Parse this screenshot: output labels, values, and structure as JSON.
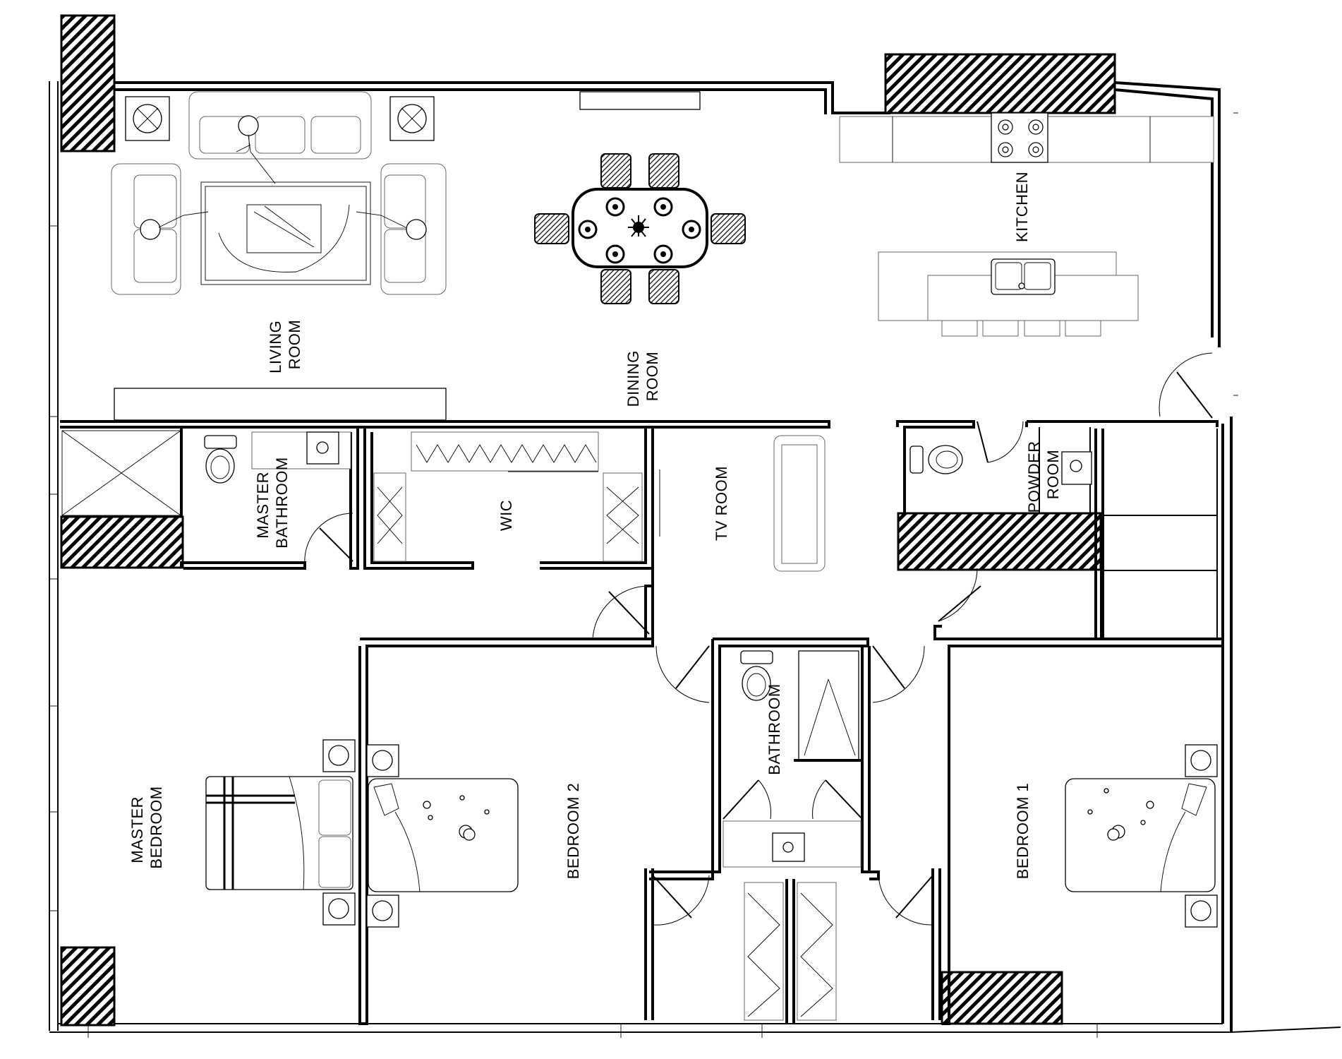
{
  "plan": {
    "rooms": {
      "living_room": [
        "LIVING",
        "ROOM"
      ],
      "dining_room": [
        "DINING",
        "ROOM"
      ],
      "kitchen": [
        "KITCHEN"
      ],
      "master_bathroom": [
        "MASTER",
        "BATHROOM"
      ],
      "wic": [
        "WIC"
      ],
      "tv_room": [
        "TV ROOM"
      ],
      "powder_room": [
        "POWDER",
        "ROOM"
      ],
      "bathroom": [
        "BATHROOM"
      ],
      "master_bedroom": [
        "MASTER",
        "BEDROOM"
      ],
      "bedroom_2": [
        "BEDROOM 2"
      ],
      "bedroom_1": [
        "BEDROOM 1"
      ]
    },
    "colors": {
      "line": "#000000",
      "background": "#ffffff",
      "furniture_grey": "#666666"
    }
  }
}
